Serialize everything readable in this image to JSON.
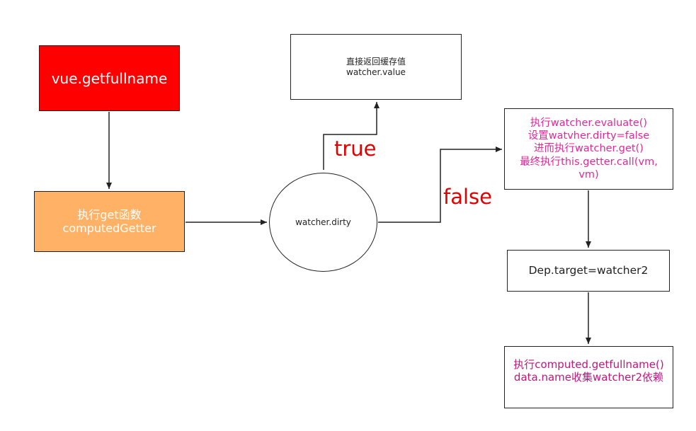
{
  "diagram": {
    "nodes": {
      "vue_getfullname": {
        "line1": "vue.getfullname"
      },
      "computed_getter": {
        "line1": "执行get函数",
        "line2": "computedGetter"
      },
      "cache_return": {
        "line1": "直接返回缓存值",
        "line2": "watcher.value"
      },
      "watcher_dirty": {
        "line1": "watcher.dirty"
      },
      "evaluate": {
        "line1": "执行watcher.evaluate()",
        "line2": "设置watvher.dirty=false",
        "line3": "进而执行watcher.get()",
        "line4": "最终执行this.getter.call(vm,",
        "line5": "vm)"
      },
      "dep_target": {
        "line1": "Dep.target=watcher2"
      },
      "collect_dep": {
        "line1": "执行computed.getfullname()",
        "line2": "data.name收集watcher2依赖"
      }
    },
    "edges": [
      {
        "from": "vue_getfullname",
        "to": "computed_getter"
      },
      {
        "from": "computed_getter",
        "to": "watcher_dirty"
      },
      {
        "from": "watcher_dirty",
        "to": "cache_return",
        "label": "true"
      },
      {
        "from": "watcher_dirty",
        "to": "evaluate",
        "label": "false"
      },
      {
        "from": "evaluate",
        "to": "dep_target"
      },
      {
        "from": "dep_target",
        "to": "collect_dep"
      }
    ],
    "colors": {
      "vue_fill": "#ff0000",
      "getter_fill": "#ffb266",
      "edge_label": "#e00000",
      "evaluate_text": "#e0289b",
      "collect_text": "#c0147f",
      "stroke": "#222222"
    }
  }
}
